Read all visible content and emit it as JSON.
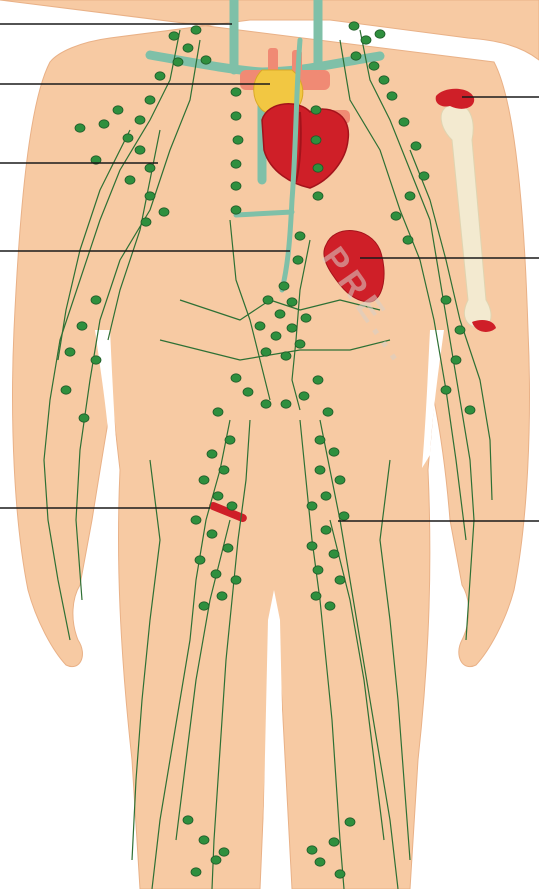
{
  "diagram": {
    "subject": "lymphatic-system",
    "colors": {
      "skin": "#f7caa3",
      "skin_outline": "#e9b187",
      "vessel": "#2e7034",
      "node": "#2f8f3e",
      "node_outline": "#1f5a28",
      "vein": "#7fc0a8",
      "heart": "#cf1f28",
      "heart_dark": "#a3131b",
      "thymus": "#f2c742",
      "aorta": "#f08a74",
      "spleen": "#cf1f28",
      "bone": "#f3ead0",
      "marrow": "#cf1f28",
      "leader_line": "#1a1a1a"
    },
    "leader_lines": [
      {
        "id": "neck-nodes",
        "side": "left"
      },
      {
        "id": "thymus",
        "side": "left"
      },
      {
        "id": "axillary-nodes",
        "side": "left"
      },
      {
        "id": "thoracic-duct",
        "side": "left"
      },
      {
        "id": "inguinal-nodes",
        "side": "left"
      },
      {
        "id": "bone-marrow",
        "side": "right"
      },
      {
        "id": "spleen",
        "side": "right"
      },
      {
        "id": "lymph-vessels",
        "side": "right"
      }
    ],
    "watermark": "PRE..."
  }
}
